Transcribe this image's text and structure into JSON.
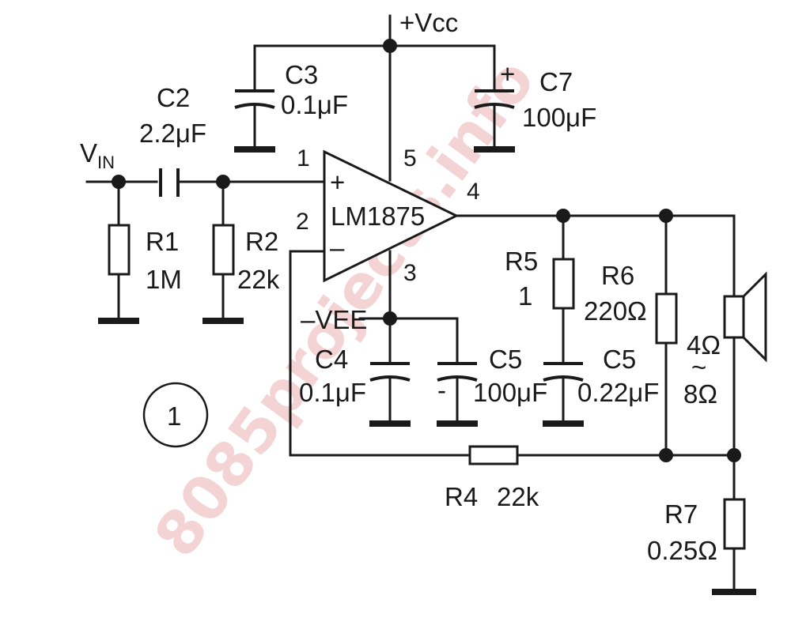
{
  "watermark": "8085projects.info",
  "circuit_number": "1",
  "ic": {
    "part": "LM1875",
    "pins": {
      "noninv": "1",
      "inv": "2",
      "neg": "3",
      "out": "4",
      "pos": "5"
    },
    "plus_sign": "+",
    "minus_sign": "–"
  },
  "rails": {
    "vcc": "+Vcc",
    "vee": "–VEE"
  },
  "input_label_main": "V",
  "input_label_sub": "IN",
  "components": {
    "C2": {
      "name": "C2",
      "value": "2.2μF"
    },
    "C3": {
      "name": "C3",
      "value": "0.1μF"
    },
    "C7": {
      "name": "C7",
      "value": "100μF"
    },
    "C4": {
      "name": "C4",
      "value": "0.1μF"
    },
    "C5a": {
      "name": "C5",
      "value": "100μF"
    },
    "C5b": {
      "name": "C5",
      "value": "0.22μF"
    },
    "R1": {
      "name": "R1",
      "value": "1M"
    },
    "R2": {
      "name": "R2",
      "value": "22k"
    },
    "R4": {
      "name": "R4",
      "value": "22k"
    },
    "R5": {
      "name": "R5",
      "value": "1"
    },
    "R6": {
      "name": "R6",
      "value": "220Ω"
    },
    "R7": {
      "name": "R7",
      "value": "0.25Ω"
    }
  },
  "speaker": {
    "impedance_a": "4Ω",
    "separator": "~",
    "impedance_b": "8Ω"
  },
  "polarity_plus": "+",
  "polarity_minus": "-"
}
